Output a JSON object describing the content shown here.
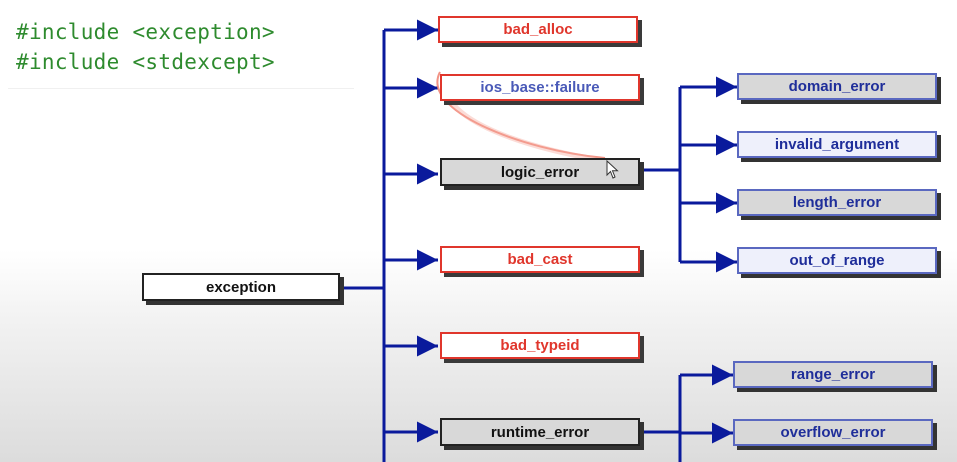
{
  "code": {
    "line1": "#include <exception>",
    "line2": "#include <stdexcept>"
  },
  "root": {
    "label": "exception"
  },
  "children": {
    "bad_alloc": "bad_alloc",
    "ios_base_failure": "ios_base::failure",
    "logic_error": "logic_error",
    "bad_cast": "bad_cast",
    "bad_typeid": "bad_typeid",
    "runtime_error": "runtime_error"
  },
  "logic_error_children": {
    "domain_error": "domain_error",
    "invalid_argument": "invalid_argument",
    "length_error": "length_error",
    "out_of_range": "out_of_range"
  },
  "runtime_error_children": {
    "range_error": "range_error",
    "overflow_error": "overflow_error"
  },
  "colors": {
    "connector": "#0a1a9c",
    "code_green": "#2e8b2e",
    "red_text": "#e0362c",
    "blue_text": "#1f2e9a",
    "annotation": "#f08070"
  },
  "icons": [
    "mouse-cursor-icon"
  ]
}
